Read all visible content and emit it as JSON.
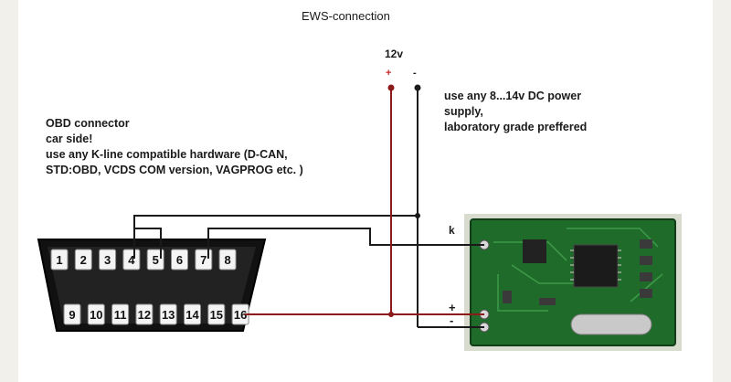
{
  "title": "EWS-connection",
  "power": {
    "voltage_label": "12v",
    "plus_label": "+",
    "minus_label": "-",
    "note_lines": [
      "use any 8...14v DC power",
      "supply,",
      "laboratory grade preffered"
    ]
  },
  "obd": {
    "note_lines": [
      "OBD connector",
      "car side!",
      "use any K-line compatible hardware (D-CAN,",
      "STD:OBD, VCDS COM version, VAGPROG etc. )"
    ],
    "top_pins": [
      "1",
      "2",
      "3",
      "4",
      "5",
      "6",
      "7",
      "8"
    ],
    "bottom_pins": [
      "9",
      "10",
      "11",
      "12",
      "13",
      "14",
      "15",
      "16"
    ]
  },
  "board": {
    "k_label": "k",
    "plus_label": "+",
    "minus_label": "-"
  },
  "colors": {
    "wire": "#1a1a1a",
    "positive_wire": "#8b1a1a",
    "board_green": "#1f6b2a",
    "connector": "#111111"
  }
}
